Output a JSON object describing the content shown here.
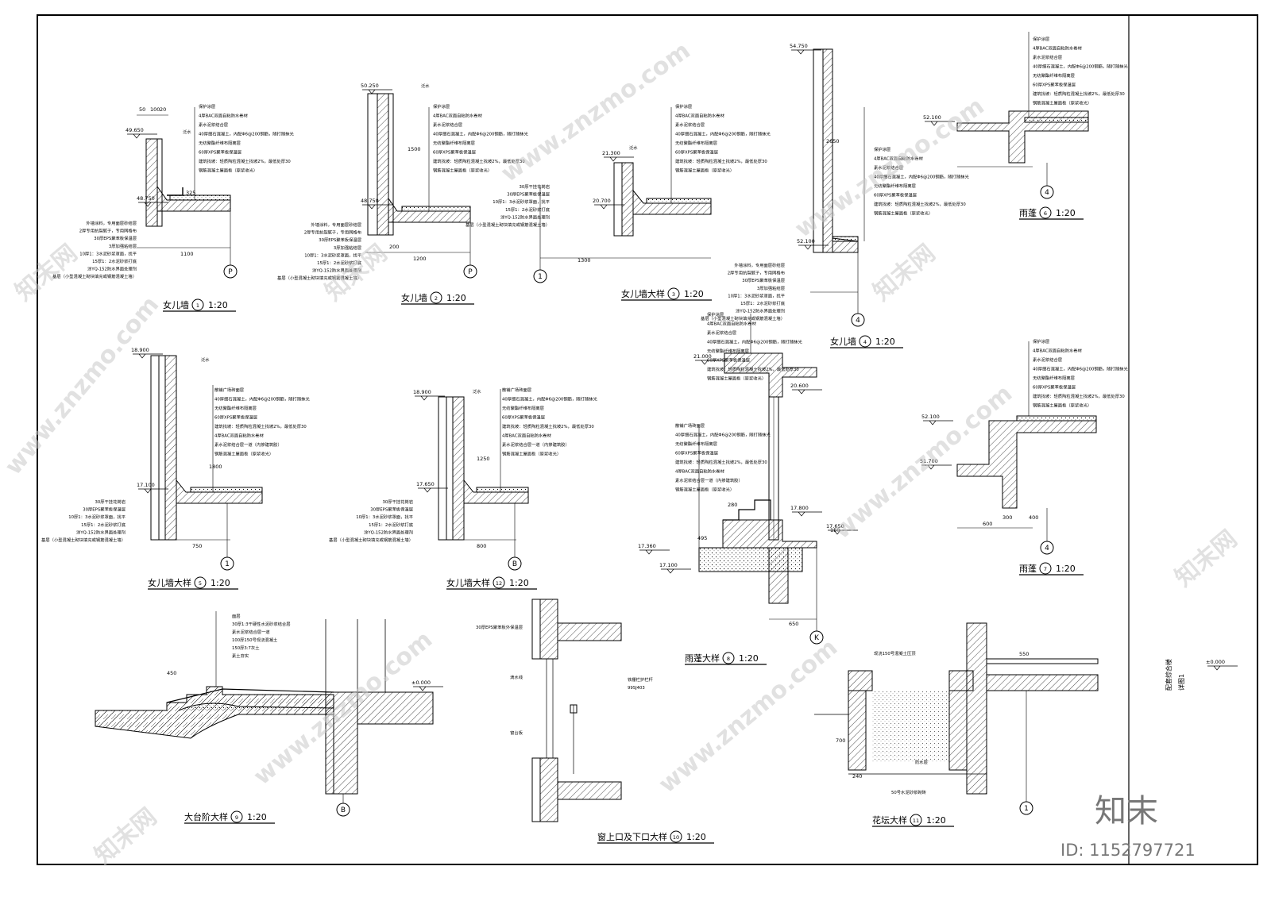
{
  "sheet": {
    "project_title": "配套综合楼",
    "drawing_title": "详图1"
  },
  "watermark": {
    "site": "www.znzmo.com",
    "brand": "知末网",
    "logo": "知末",
    "id_text": "ID: 1152797721"
  },
  "details": [
    {
      "name": "女儿墙",
      "num": "1",
      "scale": "1:20"
    },
    {
      "name": "女儿墙",
      "num": "2",
      "scale": "1:20"
    },
    {
      "name": "女儿墙大样",
      "num": "3",
      "scale": "1:20"
    },
    {
      "name": "女儿墙",
      "num": "4",
      "scale": "1:20"
    },
    {
      "name": "雨蓬",
      "num": "6",
      "scale": "1:20"
    },
    {
      "name": "女儿墙大样",
      "num": "5",
      "scale": "1:20"
    },
    {
      "name": "女儿墙大样",
      "num": "12",
      "scale": "1:20"
    },
    {
      "name": "雨蓬大样",
      "num": "8",
      "scale": "1:20"
    },
    {
      "name": "雨蓬",
      "num": "7",
      "scale": "1:20"
    },
    {
      "name": "大台阶大样",
      "num": "9",
      "scale": "1:20"
    },
    {
      "name": "窗上口及下口大样",
      "num": "10",
      "scale": "1:20"
    },
    {
      "name": "花坛大样",
      "num": "11",
      "scale": "1:20"
    }
  ],
  "grid_axes": [
    "P",
    "P",
    "1",
    "4",
    "4",
    "1",
    "B",
    "K",
    "4",
    "B",
    "1"
  ],
  "levels": [
    "49.650",
    "48.750",
    "50.250",
    "48.750",
    "21.300",
    "20.700",
    "54.750",
    "52.100",
    "52.100",
    "18.900",
    "17.100",
    "18.900",
    "17.650",
    "21.000",
    "20.600",
    "17.800",
    "17.650",
    "17.360",
    "17.100",
    "52.100",
    "51.700",
    "±0.000",
    "±0.000"
  ],
  "roof_layers": [
    "保护涂层",
    "4厚BAC双面自粘防水卷材",
    "素水泥浆结合层",
    "40厚细石混凝土，内配Φ6@200钢筋，随打随抹光",
    "无纺聚酯纤维布隔离层",
    "60厚XPS聚苯板保温层",
    "建筑找坡：轻质陶粒混凝土找坡2%，最低处厚30",
    "钢筋混凝土屋面板（原浆收光）"
  ],
  "wall_layers": [
    "外墙涂料，专用面层砂结层",
    "2厚专用抗裂腻子，专用网格布",
    "30厚EPS聚苯板保温层",
    "3厚加强粘结层",
    "10厚1：3水泥砂浆罩面，找平",
    "15厚1：2水泥砂浆打底",
    "涂YQ-152防水界面处理剂",
    "基层（小型混凝土砌块填充或钢筋混凝土墙）"
  ],
  "wall_layers_b": [
    "30厚干挂花岗岩",
    "30厚EPS聚苯板保温层",
    "10厚1：3水泥砂浆罩面，找平",
    "15厚1：2水泥砂浆打底",
    "涂YQ-152防水界面处理剂",
    "基层（小型混凝土砌块填充或钢筋混凝土墙）"
  ],
  "roof_layers_b": [
    "散铺广场砖面层",
    "40厚细石混凝土，内配Φ6@200钢筋，随打随抹光",
    "无纺聚酯纤维布隔离层",
    "60厚XPS聚苯板保温层",
    "建筑找坡：轻质陶粒混凝土找坡2%，最低处厚30",
    "4厚BAC双面自粘防水卷材",
    "素水泥浆结合层一道（内掺建筑胶）",
    "钢筋混凝土屋面板（原浆收光）"
  ],
  "step_layers": [
    "面层",
    "30厚1:3干硬性水泥砂浆结合层",
    "素水泥浆结合层一道",
    "100厚150号现浇混凝土",
    "150厚3:7灰土",
    "素土夯实"
  ],
  "window_notes": [
    "30厚EPS聚苯板外保温层",
    "滴水线",
    "窗台板",
    "铁栅栏护栏杆",
    "99SJ403"
  ],
  "planter_notes": [
    "现浇150号混凝土压顶",
    "防水层",
    "50号水泥砂浆砌砖"
  ],
  "labels": {
    "fanshui": "泛水",
    "dims": [
      "50",
      "100",
      "20",
      "1100",
      "1200",
      "1300",
      "600",
      "750",
      "800",
      "650",
      "550",
      "240",
      "700",
      "450",
      "1800",
      "1250",
      "2650",
      "1500",
      "325",
      "280",
      "495",
      "150",
      "200",
      "300",
      "400"
    ]
  }
}
